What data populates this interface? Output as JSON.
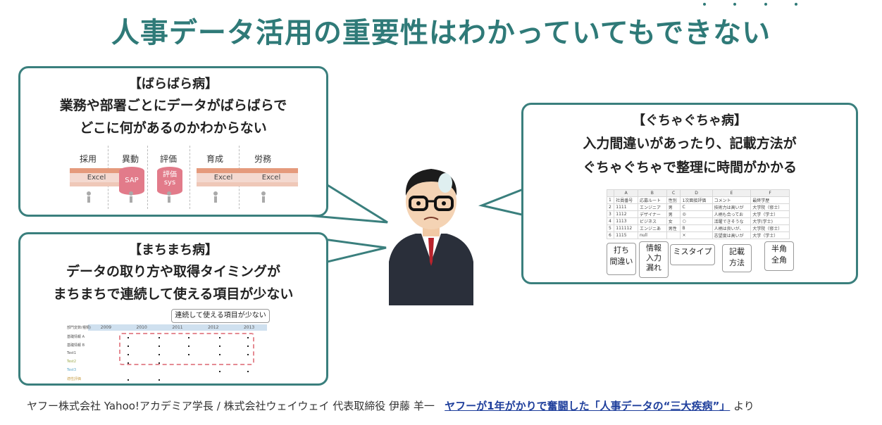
{
  "title": "人事データ活用の重要性はわかっていてもできない",
  "accent_color": "#2f7a78",
  "border_color": "#3a7f7d",
  "box_barabara": {
    "heading": "【ばらばら病】",
    "line1": "業務や部署ごとにデータがばらばらで",
    "line2": "どこに何があるのかわからない",
    "columns": [
      "採用",
      "異動",
      "評価",
      "育成",
      "労務"
    ],
    "items": [
      "Excel",
      "SAP",
      "評価sys",
      "Excel",
      "Excel"
    ]
  },
  "box_machimachi": {
    "heading": "【まちまち病】",
    "line1": "データの取り方や取得タイミングが",
    "line2": "まちまちで連続して使える項目が少ない",
    "callout": "連続して使える項目が少ない",
    "years": [
      "2009",
      "2010",
      "2011",
      "2012",
      "2013"
    ],
    "row_labels": [
      "部門変数(種類)",
      "基礎情報 A",
      "基礎情報 B",
      "Test1",
      "Test2",
      "Test3",
      "適性評価"
    ]
  },
  "box_guchagucha": {
    "heading": "【ぐちゃぐちゃ病】",
    "line1": "入力間違いがあったり、記載方法が",
    "line2": "ぐちゃぐちゃで整理に時間がかかる",
    "sheet_cols": [
      "",
      "A",
      "B",
      "C",
      "D",
      "E",
      "F"
    ],
    "sheet_rows": [
      [
        "1",
        "社員番号",
        "応募ルート",
        "性別",
        "1次面接評価",
        "コメント",
        "最終学歴"
      ],
      [
        "2",
        "1111",
        "エンジニア",
        "男",
        "C",
        "技術力は高いが",
        "大学院（修士）"
      ],
      [
        "3",
        "1112",
        "デザイナー",
        "男",
        "◎",
        "人柄も合ってお",
        "大学（学士）"
      ],
      [
        "4",
        "1113",
        "ビジネス",
        "女",
        "○",
        "活躍できそうな",
        "大学(学士)"
      ],
      [
        "5",
        "111112",
        "エンジニあ",
        "男性",
        "B",
        "人柄は良いが、",
        "大学院（修士）"
      ],
      [
        "6",
        "1115",
        "null",
        "",
        "×",
        "志望度は高いが",
        "大学（学士）"
      ]
    ],
    "tags": [
      "打ち\n間違い",
      "情報\n入力\n漏れ",
      "ミスタイプ",
      "記載\n方法",
      "半角\n全角"
    ]
  },
  "footer": {
    "credit": "ヤフー株式会社 Yahoo!アカデミア学長 / 株式会社ウェイウェイ 代表取締役 伊藤 羊一",
    "link": "ヤフーが1年がかりで奮闘した「人事データの“三大疾病”」",
    "suffix": "より"
  }
}
